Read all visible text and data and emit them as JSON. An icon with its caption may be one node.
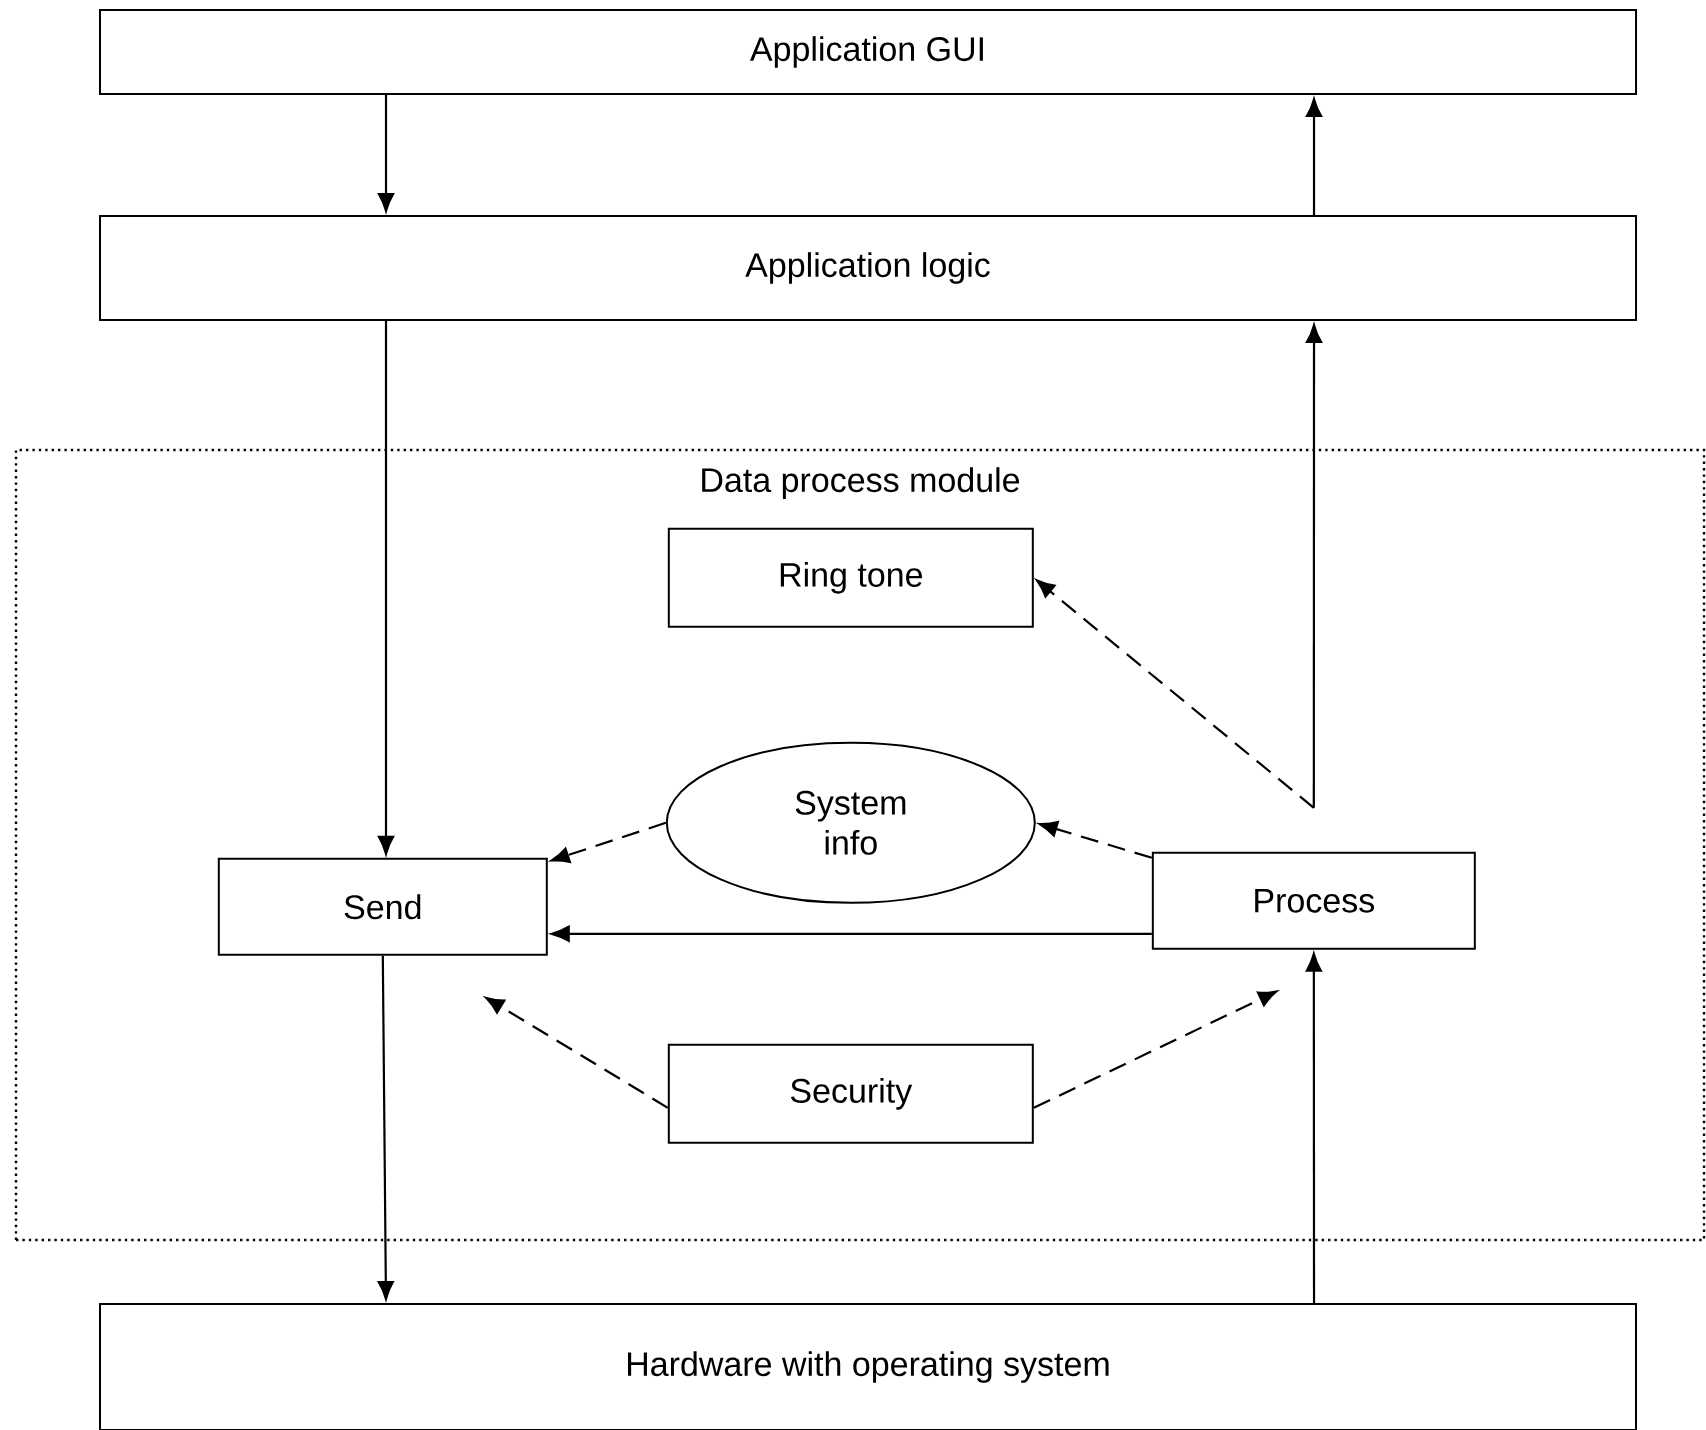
{
  "diagram": {
    "nodes": [
      {
        "text": [
          "Application GUI"
        ]
      },
      {
        "text": [
          "Application logic"
        ]
      },
      {
        "text": [
          "Data process module"
        ]
      },
      {
        "text": [
          "Ring tone"
        ],
        "in": 2
      },
      {
        "text": [
          "System info"
        ],
        "in": 2
      },
      {
        "text": [
          "Send"
        ],
        "in": 2
      },
      {
        "text": [
          "Process"
        ],
        "in": 2
      },
      {
        "text": [
          "Security"
        ],
        "in": 2
      },
      {
        "text": [
          "Hardware with operating system"
        ]
      }
    ],
    "edges": [
      {
        "from": 0,
        "to": 1,
        "arrow": "to"
      },
      {
        "from": 1,
        "to": 0,
        "arrow": "to"
      },
      {
        "from": 1,
        "to": 5,
        "arrow": "to"
      },
      {
        "from": 6,
        "to": 1,
        "arrow": "to"
      },
      {
        "from": 6,
        "to": 3,
        "arrow": "to",
        "style": "dashed"
      },
      {
        "from": 6,
        "to": 4,
        "arrow": "to",
        "style": "dashed"
      },
      {
        "from": 4,
        "to": 5,
        "arrow": "to",
        "style": "dashed"
      },
      {
        "from": 6,
        "to": 5,
        "arrow": "to"
      },
      {
        "from": 7,
        "to": 5,
        "arrow": "to",
        "style": "dashed"
      },
      {
        "from": 7,
        "to": 6,
        "arrow": "to",
        "style": "dashed"
      },
      {
        "from": 5,
        "to": 8,
        "arrow": "to"
      },
      {
        "from": 8,
        "to": 6,
        "arrow": "to"
      }
    ]
  }
}
